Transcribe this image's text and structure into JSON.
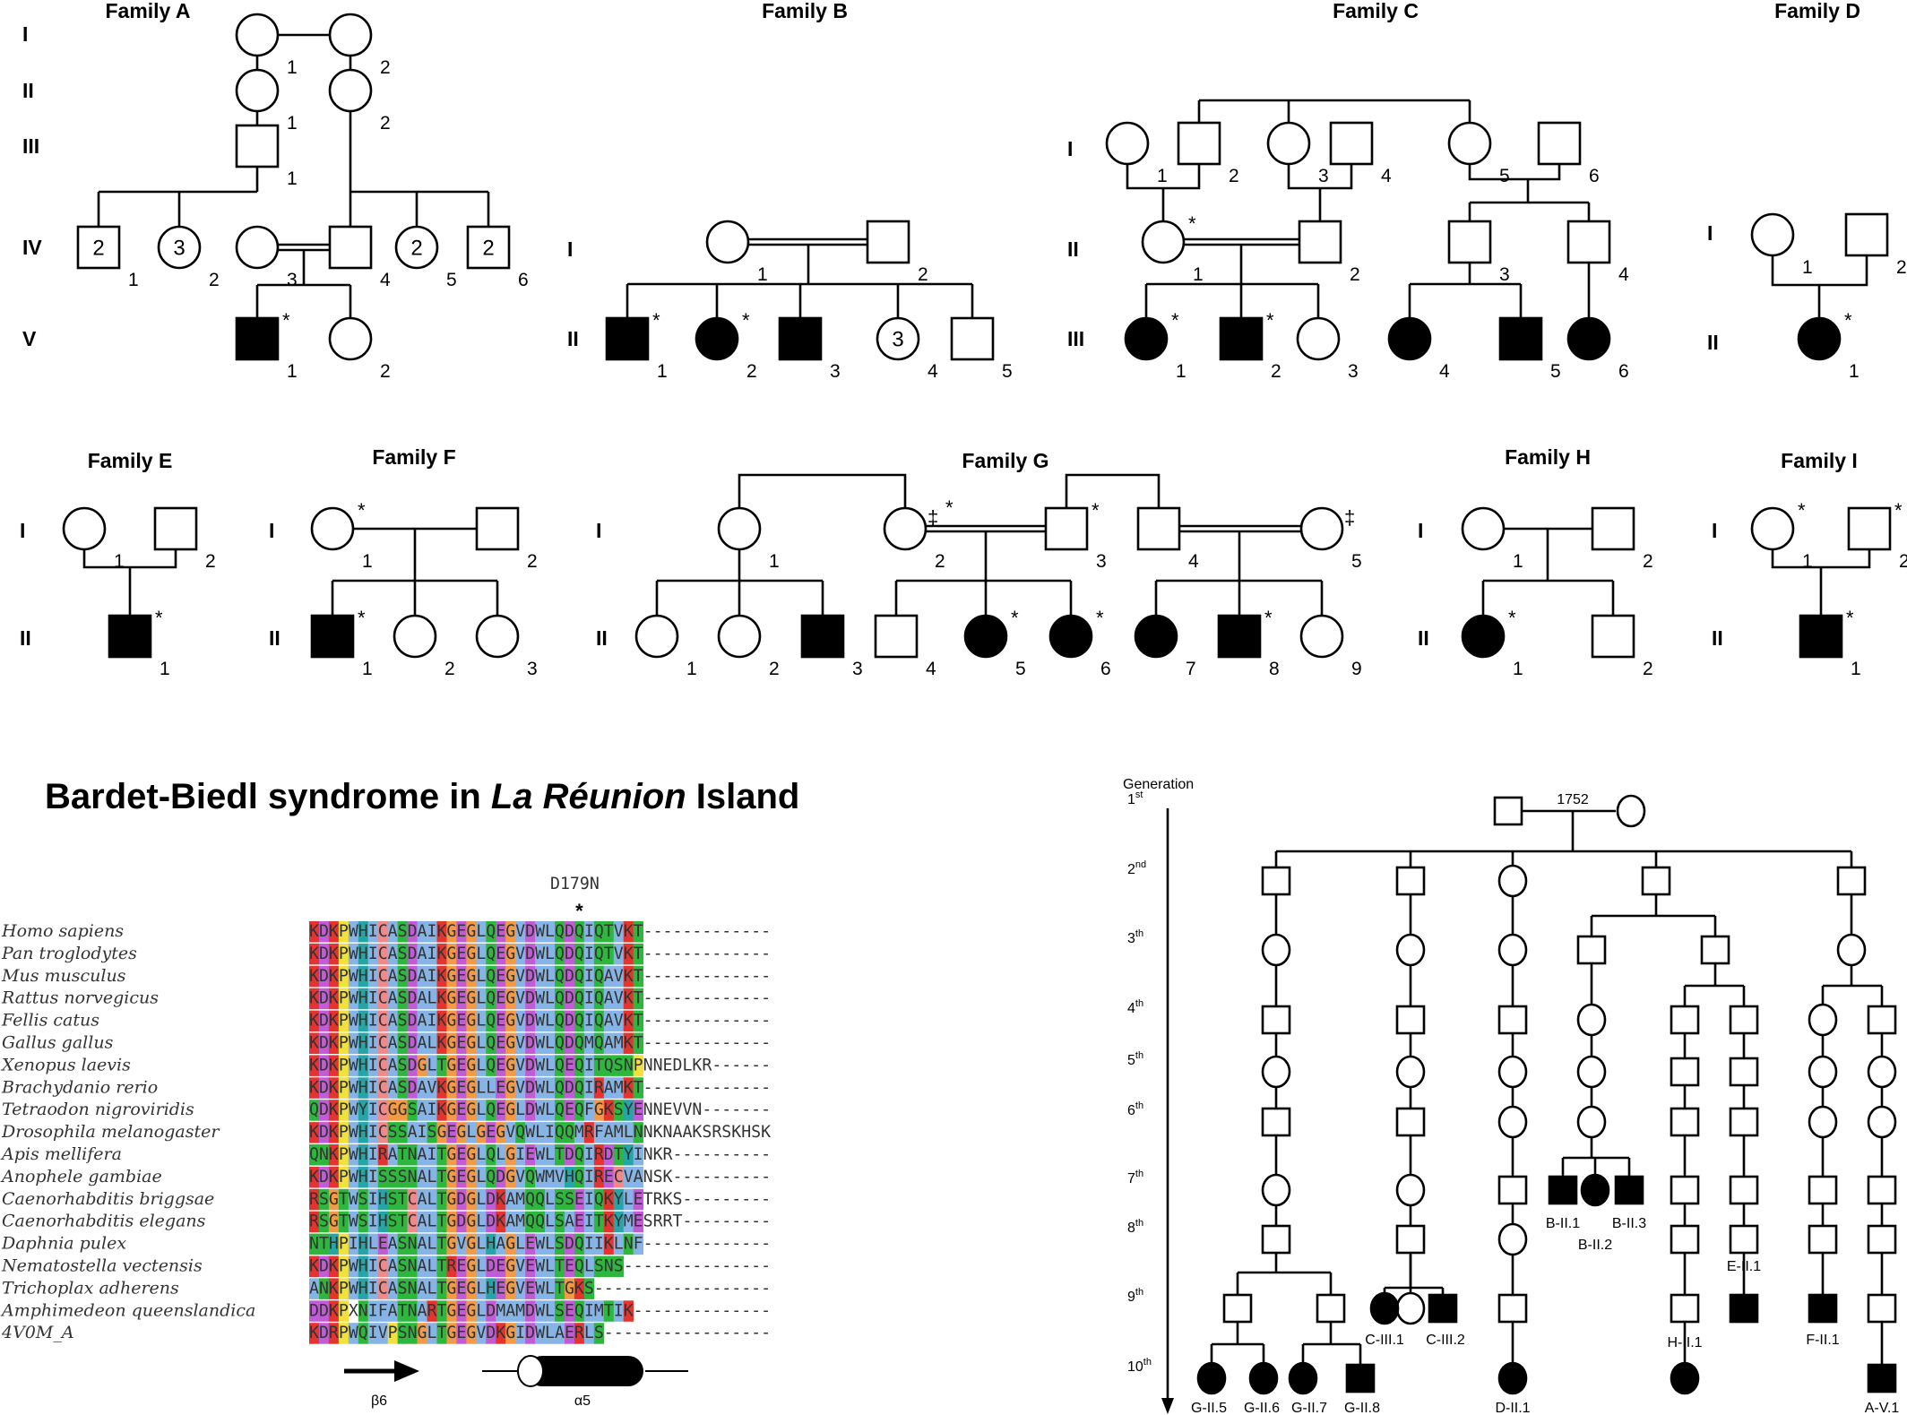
{
  "families": {
    "A": {
      "title": "Family A",
      "generations": [
        "I",
        "II",
        "III",
        "IV",
        "V"
      ],
      "labels": {
        "I1": "1",
        "I2": "2",
        "II1": "1",
        "II2": "2",
        "III1": "1",
        "IV1": "1",
        "IV2": "2",
        "IV3": "3",
        "IV4": "4",
        "IV5": "5",
        "IV6": "6",
        "V1": "1",
        "V2": "2",
        "IV1_in": "2",
        "IV2_in": "3",
        "IV5_in": "2",
        "IV6_in": "2"
      }
    },
    "B": {
      "title": "Family B",
      "generations": [
        "I",
        "II"
      ],
      "labels": {
        "I1": "1",
        "I2": "2",
        "II1": "1",
        "II2": "2",
        "II3": "3",
        "II4": "4",
        "II5": "5",
        "II4_in": "3"
      }
    },
    "C": {
      "title": "Family C",
      "generations": [
        "I",
        "II",
        "III"
      ],
      "labels": {
        "I1": "1",
        "I2": "2",
        "I3": "3",
        "I4": "4",
        "I5": "5",
        "I6": "6",
        "II1": "1",
        "II2": "2",
        "II3": "3",
        "II4": "4",
        "III1": "1",
        "III2": "2",
        "III3": "3",
        "III4": "4",
        "III5": "5",
        "III6": "6"
      }
    },
    "D": {
      "title": "Family D",
      "generations": [
        "I",
        "II"
      ],
      "labels": {
        "I1": "1",
        "I2": "2",
        "II1": "1"
      }
    },
    "E": {
      "title": "Family E",
      "generations": [
        "I",
        "II"
      ],
      "labels": {
        "I1": "1",
        "I2": "2",
        "II1": "1"
      }
    },
    "F": {
      "title": "Family F",
      "generations": [
        "I",
        "II"
      ],
      "labels": {
        "I1": "1",
        "I2": "2",
        "II1": "1",
        "II2": "2",
        "II3": "3"
      }
    },
    "G": {
      "title": "Family G",
      "generations": [
        "I",
        "II"
      ],
      "labels": {
        "I1": "1",
        "I2": "2",
        "I3": "3",
        "I4": "4",
        "I5": "5",
        "II1": "1",
        "II2": "2",
        "II3": "3",
        "II4": "4",
        "II5": "5",
        "II6": "6",
        "II7": "7",
        "II8": "8",
        "II9": "9"
      }
    },
    "H": {
      "title": "Family H",
      "generations": [
        "I",
        "II"
      ],
      "labels": {
        "I1": "1",
        "I2": "2",
        "II1": "1",
        "II2": "2"
      }
    },
    "I": {
      "title": "Family I",
      "generations": [
        "I",
        "II"
      ],
      "labels": {
        "I1": "1",
        "I2": "2",
        "II1": "1"
      }
    }
  },
  "markers": {
    "star": "*",
    "dagger": "‡"
  },
  "title": {
    "part1": "Bardet-Biedl syndrome in ",
    "italic": "La Réunion",
    "part2": " Island"
  },
  "alignment": {
    "mutation": "D179N",
    "mutation_marker": "*",
    "species": [
      "Homo sapiens",
      "Pan troglodytes",
      "Mus musculus",
      "Rattus norvegicus",
      "Fellis catus",
      "Gallus gallus",
      "Xenopus laevis",
      "Brachydanio rerio",
      "Tetraodon nigroviridis",
      "Drosophila melanogaster",
      "Apis mellifera",
      "Anophele gambiae",
      "Caenorhabditis briggsae",
      "Caenorhabditis elegans",
      "Daphnia pulex",
      "Nematostella vectensis",
      "Trichoplax adherens",
      "Amphimedeon queenslandica",
      "4V0M_A"
    ],
    "sequences": [
      "KDKPWHICASDAIKGEGLQEGVDWLQDQIQTVKT-------------",
      "KDKPWHICASDAIKGEGLQEGVDWLQDQIQTVKT-------------",
      "KDKPWHICASDAIKGEGLQEGVDWLQDQIQAVKT-------------",
      "KDKPWHICASDALKGEGLQEGVDWLQDQIQAVKT-------------",
      "KDKPWHICASDAIKGEGLQEGVDWLQDQIQAVKT-------------",
      "KDKPWHICASDALKGEGLQEGVDWLQDQMQAMKT-------------",
      "KDKPWHICASDGLTGEGLQEGVDWLQEQITQSNPNNEDLKR------",
      "KDKPWHICASDAVKGEGLLEGVDWLQDQIRAMKT-------------",
      "QDKPWYICGGSAIKGEGLQEGLDWLQEQFGKSYENNEVVN-------",
      "KDKPWHICSSAISGEGLGEGVQWLIQQMRFAMLNNKNAAKSRSKHSK",
      "QNKPWHIRATNAITGEGLQLGIEWLTDQIRDTYINKR----------",
      "KDKPWHISSSNALTGEGLQDGVQWMVHQIRECVANSK----------",
      "RSGTWSIHSTCALTGDGLDKAMQQLSSEIQKYLETRKS---------",
      "RSGTWSIHSTCALTGDGLDKAMQQLSAEITKYMESRRT---------",
      "NTHPIHLEASNALTGVGLHAGLEWLSDQIIKLNF-------------",
      "KDKPWHICASNALTREGLDEGVEWLTEQLSNS---------------",
      "ANKPWHICASNALTGEGLHEGVEWLTGKS------------------",
      "DDKPXNIFATNARTGEGLDMAMDWLSEQIMTIK--------------",
      "KDRPWQIVPSNGLTGEGVDKGIDWLAERLS-----------------"
    ],
    "colors": {
      "K": "#e3342f",
      "R": "#e3342f",
      "D": "#c25bd6",
      "E": "#c25bd6",
      "G": "#f29a45",
      "P": "#f2e03c",
      "H": "#25a5a5",
      "Y": "#25a5a5",
      "N": "#2db83d",
      "Q": "#2db83d",
      "S": "#2db83d",
      "T": "#2db83d",
      "C": "#f08a8a",
      "A": "#86b4e6",
      "I": "#86b4e6",
      "L": "#86b4e6",
      "M": "#86b4e6",
      "F": "#86b4e6",
      "W": "#86b4e6",
      "V": "#86b4e6"
    },
    "secondary": {
      "beta": "β6",
      "alpha": "α5"
    }
  },
  "founder": {
    "generation_label": "Generation",
    "generations": [
      [
        "1",
        "st"
      ],
      [
        "2",
        "nd"
      ],
      [
        "3",
        "th"
      ],
      [
        "4",
        "th"
      ],
      [
        "5",
        "th"
      ],
      [
        "6",
        "th"
      ],
      [
        "7",
        "th"
      ],
      [
        "8",
        "th"
      ],
      [
        "9",
        "th"
      ],
      [
        "10",
        "th"
      ]
    ],
    "year": "1752",
    "patients": {
      "G5": "G-II.5",
      "G6": "G-II.6",
      "G7": "G-II.7",
      "G8": "G-II.8",
      "C1": "C-III.1",
      "C2": "C-III.2",
      "D1": "D-II.1",
      "B1": "B-II.1",
      "B2": "B-II.2",
      "B3": "B-II.3",
      "H1": "H-II.1",
      "E1": "E-II.1",
      "F1": "F-II.1",
      "A1": "A-V.1"
    }
  }
}
